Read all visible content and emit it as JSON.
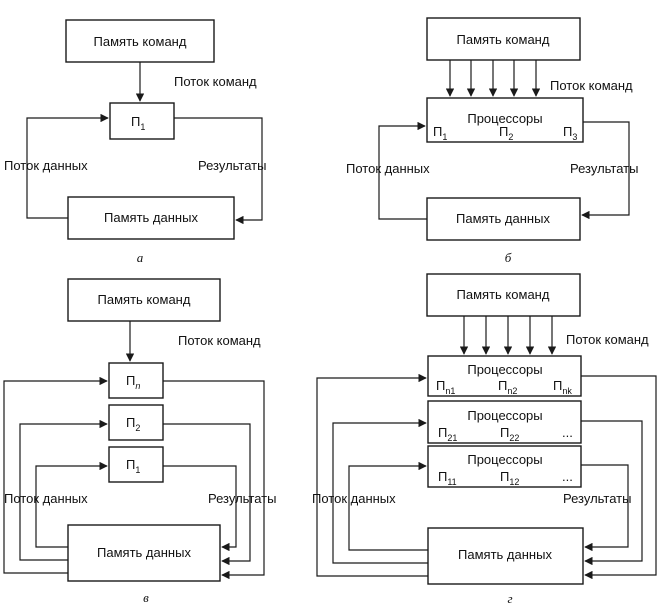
{
  "labels": {
    "instr_mem": "Память команд",
    "data_mem": "Память данных",
    "instr_flow": "Поток команд",
    "data_flow": "Поток данных",
    "results": "Результаты",
    "processors": "Процессоры",
    "p": "П",
    "dots": "..."
  },
  "subscripts": {
    "a_p": "1",
    "b_p1": "1",
    "b_p2": "2",
    "b_p3": "3",
    "v_pn": "n",
    "v_p2": "2",
    "v_p1": "1",
    "g_row1": [
      "n1",
      "n2",
      "nk"
    ],
    "g_row2": [
      "21",
      "22"
    ],
    "g_row3": [
      "11",
      "12"
    ]
  },
  "captions": {
    "a": "а",
    "b": "б",
    "v": "в",
    "g": "г"
  }
}
